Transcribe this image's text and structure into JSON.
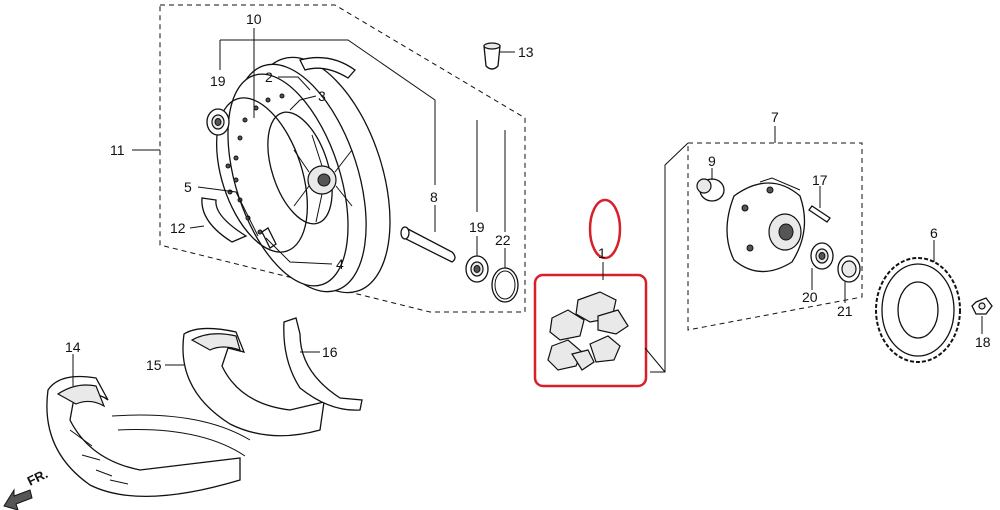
{
  "diagram": {
    "labels": {
      "p1": "1",
      "p2": "2",
      "p3": "3",
      "p4": "4",
      "p5": "5",
      "p6": "6",
      "p7": "7",
      "p8": "8",
      "p9": "9",
      "p10": "10",
      "p11": "11",
      "p12": "12",
      "p13": "13",
      "p14": "14",
      "p15": "15",
      "p16": "16",
      "p17": "17",
      "p18": "18",
      "p19a": "19",
      "p19b": "19",
      "p20": "20",
      "p21": "21",
      "p22": "22"
    },
    "direction_label": "FR.",
    "highlight_color": "#d8202a"
  }
}
